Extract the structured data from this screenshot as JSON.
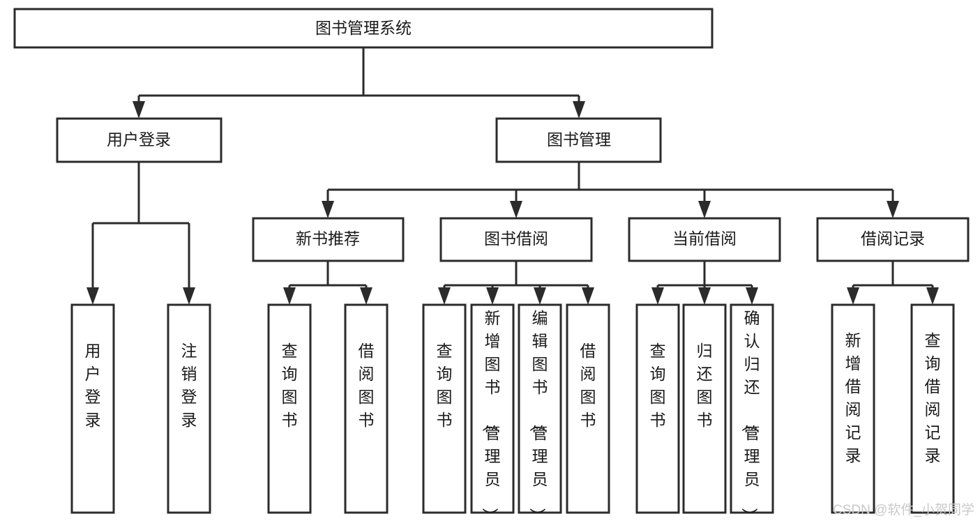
{
  "diagram": {
    "type": "tree-hierarchy",
    "orientation": "top-down",
    "title": "图书管理系统",
    "watermark": "CSDN @软件_小贺同学",
    "colors": {
      "box_fill": "#ffffff",
      "box_stroke": "#2b2b2b",
      "text": "#1a1a1a",
      "background": "#ffffff",
      "watermark": "#c9c9c9"
    },
    "nodes": {
      "root": {
        "label": "图书管理系统",
        "level": 0,
        "orientation": "horizontal"
      },
      "l1": [
        {
          "id": "user_login",
          "label": "用户登录",
          "orientation": "horizontal"
        },
        {
          "id": "book_mgmt",
          "label": "图书管理",
          "orientation": "horizontal"
        }
      ],
      "l2": [
        {
          "id": "new_book_rec",
          "label": "新书推荐",
          "parent": "book_mgmt",
          "orientation": "horizontal"
        },
        {
          "id": "book_borrow",
          "label": "图书借阅",
          "parent": "book_mgmt",
          "orientation": "horizontal"
        },
        {
          "id": "current_borrow",
          "label": "当前借阅",
          "parent": "book_mgmt",
          "orientation": "horizontal"
        },
        {
          "id": "borrow_record",
          "label": "借阅记录",
          "parent": "book_mgmt",
          "orientation": "horizontal"
        }
      ],
      "leaves": [
        {
          "id": "leaf_1",
          "label": "用户登录",
          "parent": "user_login",
          "orientation": "vertical"
        },
        {
          "id": "leaf_2",
          "label": "注销登录",
          "parent": "user_login",
          "orientation": "vertical"
        },
        {
          "id": "leaf_3",
          "label": "查询图书",
          "parent": "new_book_rec",
          "orientation": "vertical"
        },
        {
          "id": "leaf_4",
          "label": "借阅图书",
          "parent": "new_book_rec",
          "orientation": "vertical"
        },
        {
          "id": "leaf_5",
          "label": "查询图书",
          "parent": "book_borrow",
          "orientation": "vertical"
        },
        {
          "id": "leaf_6",
          "label": "新增图书（管理员）",
          "parent": "book_borrow",
          "orientation": "vertical"
        },
        {
          "id": "leaf_7",
          "label": "编辑图书（管理员）",
          "parent": "book_borrow",
          "orientation": "vertical"
        },
        {
          "id": "leaf_8",
          "label": "借阅图书",
          "parent": "book_borrow",
          "orientation": "vertical"
        },
        {
          "id": "leaf_9",
          "label": "查询图书",
          "parent": "current_borrow",
          "orientation": "vertical"
        },
        {
          "id": "leaf_10",
          "label": "归还图书",
          "parent": "current_borrow",
          "orientation": "vertical"
        },
        {
          "id": "leaf_11",
          "label": "确认归还（管理员）",
          "parent": "current_borrow",
          "orientation": "vertical"
        },
        {
          "id": "leaf_12",
          "label": "新增借阅记录",
          "parent": "borrow_record",
          "orientation": "vertical"
        },
        {
          "id": "leaf_13",
          "label": "查询借阅记录",
          "parent": "borrow_record",
          "orientation": "vertical"
        }
      ]
    }
  }
}
